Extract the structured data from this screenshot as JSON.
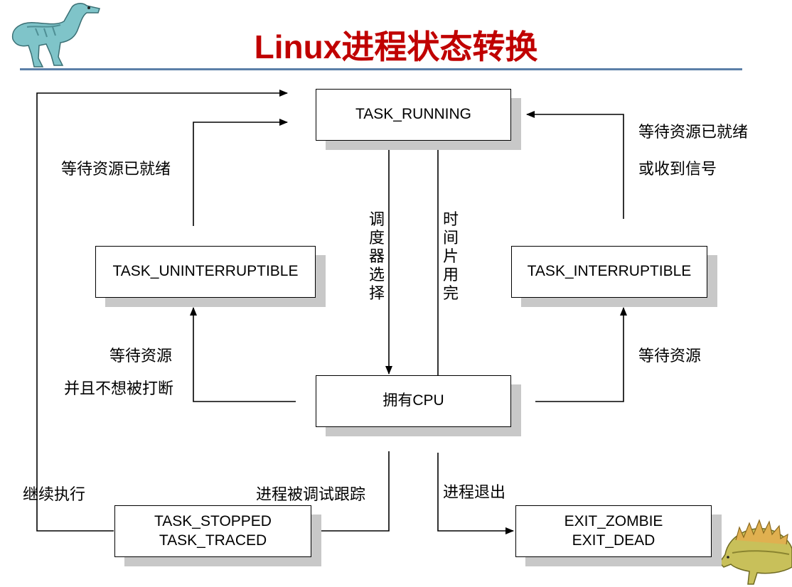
{
  "title": "Linux进程状态转换",
  "states": {
    "running": "TASK_RUNNING",
    "uninterruptible": "TASK_UNINTERRUPTIBLE",
    "interruptible": "TASK_INTERRUPTIBLE",
    "cpu": "拥有CPU",
    "stopped_line1": "TASK_STOPPED",
    "stopped_line2": "TASK_TRACED",
    "exit_line1": "EXIT_ZOMBIE",
    "exit_line2": "EXIT_DEAD"
  },
  "labels": {
    "resource_ready_left": "等待资源已就绪",
    "resource_ready_right_1": "等待资源已就绪",
    "resource_ready_right_2": "或收到信号",
    "scheduler_select": "调度器选择",
    "timeslice_done": "时间片用完",
    "wait_resource_left_1": "等待资源",
    "wait_resource_left_2": "并且不想被打断",
    "wait_resource_right": "等待资源",
    "continue_exec": "继续执行",
    "traced": "进程被调试跟踪",
    "exit": "进程退出"
  },
  "icons": [
    "dinosaur-mascot-icon",
    "stegosaurus-mascot-icon"
  ],
  "colors": {
    "title": "#c00000",
    "rule": "#5b7fa8",
    "shadow": "#c8c8c8"
  }
}
